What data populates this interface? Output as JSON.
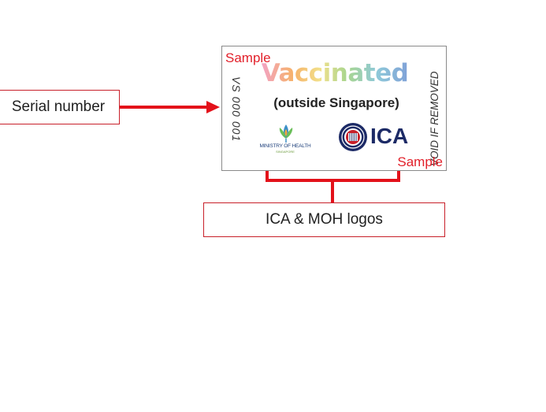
{
  "callouts": {
    "serial_number": "Serial number",
    "logos": "ICA & MOH logos"
  },
  "sticker": {
    "watermark_top": "Sample",
    "watermark_bottom": "Sample",
    "title": "Vaccinated",
    "subtitle": "(outside Singapore)",
    "serial": "VS 000 001",
    "void_notice": "VOID IF REMOVED",
    "moh_name": "MINISTRY OF HEALTH",
    "moh_country": "SINGAPORE",
    "ica_name": "ICA"
  },
  "colors": {
    "accent_red": "#e2202a",
    "callout_border": "#c8202a",
    "ica_navy": "#1c2a66"
  }
}
